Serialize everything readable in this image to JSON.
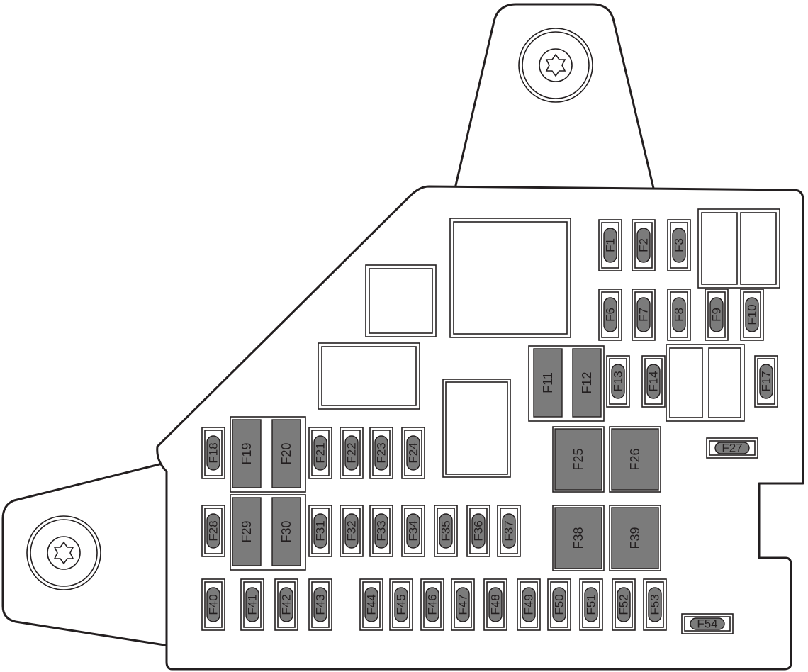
{
  "fuse_box": {
    "fuses": [
      {
        "id": "F1",
        "kind": "mini",
        "orient": "v"
      },
      {
        "id": "F2",
        "kind": "mini",
        "orient": "v"
      },
      {
        "id": "F3",
        "kind": "mini",
        "orient": "v"
      },
      {
        "id": "F6",
        "kind": "mini",
        "orient": "v"
      },
      {
        "id": "F7",
        "kind": "mini",
        "orient": "v"
      },
      {
        "id": "F8",
        "kind": "mini",
        "orient": "v"
      },
      {
        "id": "F9",
        "kind": "mini",
        "orient": "v"
      },
      {
        "id": "F10",
        "kind": "mini",
        "orient": "v"
      },
      {
        "id": "F11",
        "kind": "jcase",
        "orient": "v"
      },
      {
        "id": "F12",
        "kind": "jcase",
        "orient": "v"
      },
      {
        "id": "F13",
        "kind": "mini",
        "orient": "v"
      },
      {
        "id": "F14",
        "kind": "mini",
        "orient": "v"
      },
      {
        "id": "F17",
        "kind": "mini",
        "orient": "v"
      },
      {
        "id": "F18",
        "kind": "mini",
        "orient": "v"
      },
      {
        "id": "F19",
        "kind": "jcase",
        "orient": "v"
      },
      {
        "id": "F20",
        "kind": "jcase",
        "orient": "v"
      },
      {
        "id": "F21",
        "kind": "mini",
        "orient": "v"
      },
      {
        "id": "F22",
        "kind": "mini",
        "orient": "v"
      },
      {
        "id": "F23",
        "kind": "mini",
        "orient": "v"
      },
      {
        "id": "F24",
        "kind": "mini",
        "orient": "v"
      },
      {
        "id": "F25",
        "kind": "maxi",
        "orient": "v"
      },
      {
        "id": "F26",
        "kind": "maxi",
        "orient": "v"
      },
      {
        "id": "F27",
        "kind": "mini",
        "orient": "h"
      },
      {
        "id": "F28",
        "kind": "mini",
        "orient": "v"
      },
      {
        "id": "F29",
        "kind": "jcase",
        "orient": "v"
      },
      {
        "id": "F30",
        "kind": "jcase",
        "orient": "v"
      },
      {
        "id": "F31",
        "kind": "mini",
        "orient": "v"
      },
      {
        "id": "F32",
        "kind": "mini",
        "orient": "v"
      },
      {
        "id": "F33",
        "kind": "mini",
        "orient": "v"
      },
      {
        "id": "F34",
        "kind": "mini",
        "orient": "v"
      },
      {
        "id": "F35",
        "kind": "mini",
        "orient": "v"
      },
      {
        "id": "F36",
        "kind": "mini",
        "orient": "v"
      },
      {
        "id": "F37",
        "kind": "mini",
        "orient": "v"
      },
      {
        "id": "F38",
        "kind": "maxi",
        "orient": "v"
      },
      {
        "id": "F39",
        "kind": "maxi",
        "orient": "v"
      },
      {
        "id": "F40",
        "kind": "mini",
        "orient": "v"
      },
      {
        "id": "F41",
        "kind": "mini",
        "orient": "v"
      },
      {
        "id": "F42",
        "kind": "mini",
        "orient": "v"
      },
      {
        "id": "F43",
        "kind": "mini",
        "orient": "v"
      },
      {
        "id": "F44",
        "kind": "mini",
        "orient": "v"
      },
      {
        "id": "F45",
        "kind": "mini",
        "orient": "v"
      },
      {
        "id": "F46",
        "kind": "mini",
        "orient": "v"
      },
      {
        "id": "F47",
        "kind": "mini",
        "orient": "v"
      },
      {
        "id": "F48",
        "kind": "mini",
        "orient": "v"
      },
      {
        "id": "F49",
        "kind": "mini",
        "orient": "v"
      },
      {
        "id": "F50",
        "kind": "mini",
        "orient": "v"
      },
      {
        "id": "F51",
        "kind": "mini",
        "orient": "v"
      },
      {
        "id": "F52",
        "kind": "mini",
        "orient": "v"
      },
      {
        "id": "F53",
        "kind": "mini",
        "orient": "v"
      },
      {
        "id": "F54",
        "kind": "mini",
        "orient": "h"
      }
    ]
  },
  "colors": {
    "outline": "#231f20",
    "fuse_fill": "#7b7b7b",
    "background": "#ffffff"
  },
  "icons": {
    "mounting_bolt": "torx-bolt-icon"
  }
}
